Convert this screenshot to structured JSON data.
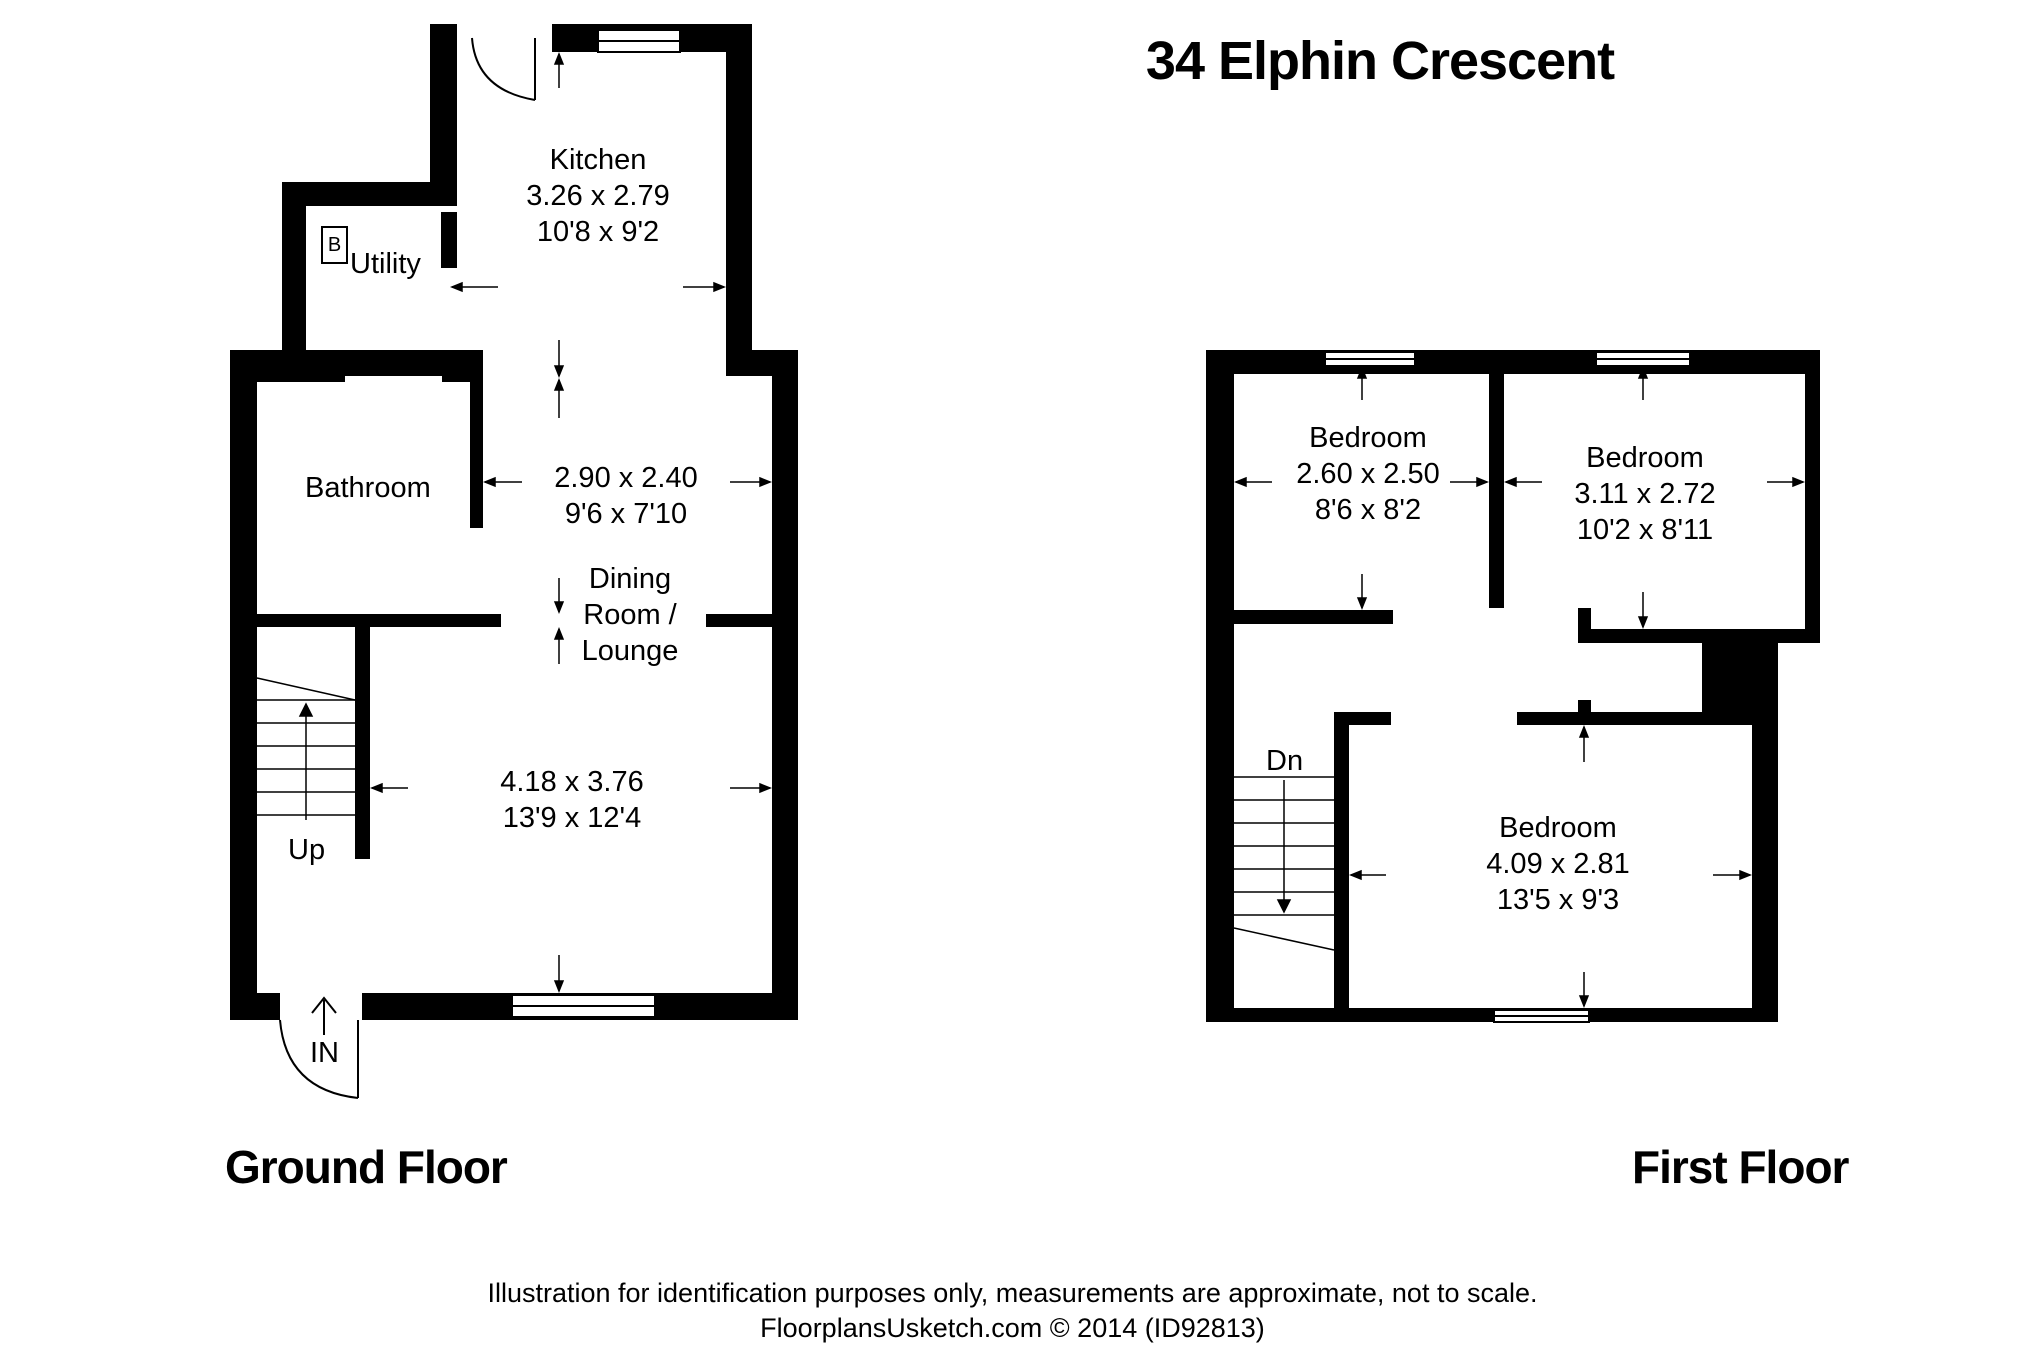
{
  "title": "34 Elphin Crescent",
  "ground_floor": {
    "label": "Ground Floor",
    "kitchen": {
      "name": "Kitchen",
      "metric": "3.26 x 2.79",
      "imperial": "10'8 x 9'2"
    },
    "utility": {
      "name": "Utility",
      "boiler": "B"
    },
    "bathroom": {
      "name": "Bathroom"
    },
    "dining": {
      "metric": "2.90 x 2.40",
      "imperial": "9'6 x 7'10",
      "name_line1": "Dining",
      "name_line2": "Room /",
      "name_line3": "Lounge"
    },
    "lounge": {
      "metric": "4.18 x 3.76",
      "imperial": "13'9 x 12'4"
    },
    "stairs_label": "Up",
    "entrance_label": "IN"
  },
  "first_floor": {
    "label": "First Floor",
    "bedroom1": {
      "name": "Bedroom",
      "metric": "2.60 x 2.50",
      "imperial": "8'6 x 8'2"
    },
    "bedroom2": {
      "name": "Bedroom",
      "metric": "3.11 x 2.72",
      "imperial": "10'2 x 8'11"
    },
    "bedroom3": {
      "name": "Bedroom",
      "metric": "4.09 x 2.81",
      "imperial": "13'5 x 9'3"
    },
    "stairs_label": "Dn"
  },
  "footer": {
    "disclaimer": "Illustration for identification purposes only, measurements are approximate, not to scale.",
    "credit": "FloorplansUsketch.com © 2014 (ID92813)"
  },
  "colors": {
    "wall": "#000000",
    "background": "#ffffff",
    "window_fill": "#ffffff"
  }
}
